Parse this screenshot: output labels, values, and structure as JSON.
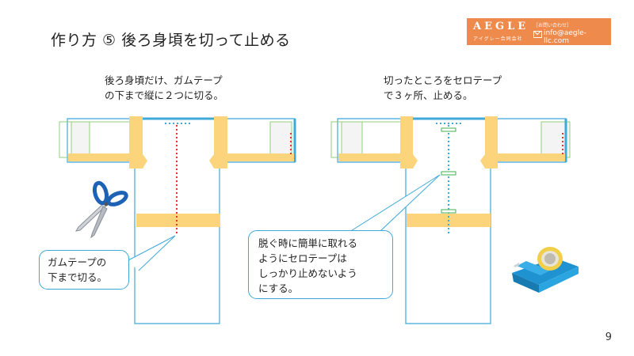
{
  "title": "作り方 ⑤ 後ろ身頃を切って止める",
  "brand": {
    "name": "AEGLE",
    "subtitle": "アイグレー合同会社",
    "contact_label": "［お問い合わせ］",
    "email": "info@aegle-llc.com"
  },
  "left_caption": [
    "後ろ身頃だけ、ガムテープ",
    "の下まで縦に２つに切る。"
  ],
  "right_caption": [
    "切ったところをセロテープ",
    "で３ヶ所、止める。"
  ],
  "left_callout": [
    "ガムテープの",
    "下まで切る。"
  ],
  "right_callout": [
    "脱ぐ時に簡単に取れる",
    "ようにセロテープは",
    "しっかり止めないよう",
    "にする。"
  ],
  "page_number": "9",
  "colors": {
    "accent": "#ee8a4c",
    "outline": "#3fa9d8",
    "tape": "#fcd47c",
    "cut_line": "#e8332a",
    "pocket": "#8fd07d"
  },
  "icons": [
    "scissors-icon",
    "tape-dispenser-icon",
    "mail-icon"
  ]
}
